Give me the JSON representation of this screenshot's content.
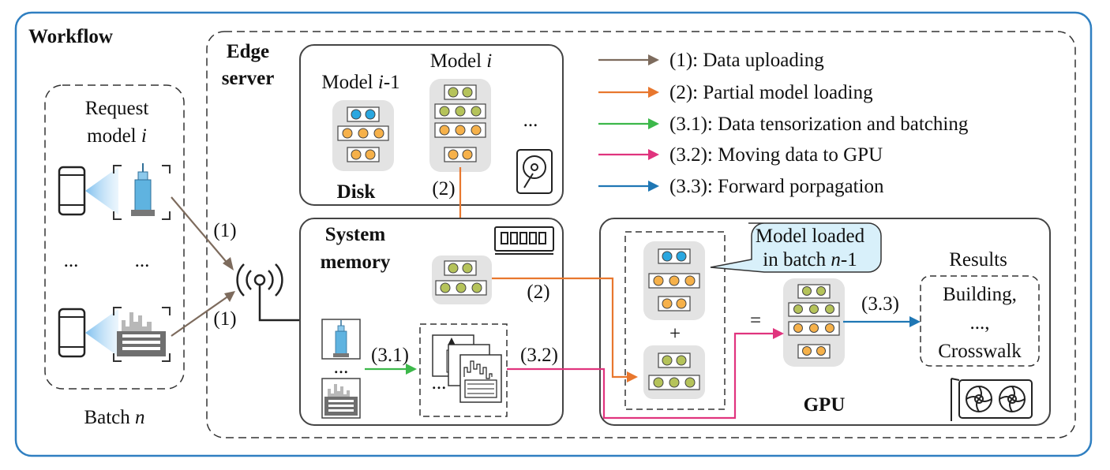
{
  "workflow": {
    "title": "Workflow",
    "client": {
      "request_label_1": "Request",
      "request_label_2": "model ",
      "request_label_italic": "i",
      "ellipsis_left": "...",
      "ellipsis_right": "...",
      "batch_label": "Batch ",
      "batch_italic": "n"
    },
    "edge_server": {
      "title_1": "Edge",
      "title_2": "server",
      "upload_label_top": "(1)",
      "upload_label_bottom": "(1)"
    },
    "disk": {
      "title": "Disk",
      "model_prev_prefix": "Model ",
      "model_prev_italic": "i",
      "model_prev_suffix": "-1",
      "model_cur_prefix": "Model ",
      "model_cur_italic": "i",
      "ellipsis": "...",
      "step_label": "(2)"
    },
    "memory": {
      "title_1": "System",
      "title_2": "memory",
      "step_label_load": "(2)",
      "step_label_tensor": "(3.1)",
      "step_label_move": "(3.2)",
      "ellipsis_1": "...",
      "ellipsis_2": "..."
    },
    "gpu": {
      "title": "GPU",
      "callout_1": "Model loaded",
      "callout_2": "in batch ",
      "callout_italic": "n",
      "callout_suffix": "-1",
      "plus": "+",
      "equals": "=",
      "step_label_forward": "(3.3)",
      "results_title": "Results",
      "results_line_1": "Building,",
      "results_line_2": "...,",
      "results_line_3": "Crosswalk"
    },
    "legend": [
      {
        "label": "(1): Data uploading",
        "color": "#7d6b5d"
      },
      {
        "label": "(2): Partial model loading",
        "color": "#e8772e"
      },
      {
        "label": "(3.1): Data tensorization and batching",
        "color": "#3cb84a"
      },
      {
        "label": "(3.2): Moving data to GPU",
        "color": "#e0347e"
      },
      {
        "label": "(3.3): Forward porpagation",
        "color": "#1f77b4"
      }
    ],
    "colors": {
      "frame": "#2f7fc1",
      "node_blue": "#2aa7e0",
      "node_green": "#b5c35a",
      "node_orange": "#f6b14a",
      "node_panel": "#e3e3e3"
    }
  }
}
